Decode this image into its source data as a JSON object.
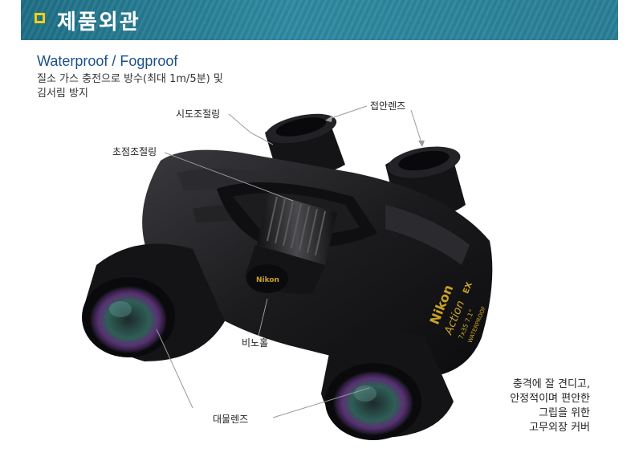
{
  "section": {
    "title": "제품외관"
  },
  "headline": "Waterproof / Fogproof",
  "description": [
    "질소 가스 충전으로 방수(최대 1m/5분) 및",
    "김서림 방지"
  ],
  "labels": {
    "diopter_ring": "시도조절링",
    "eyepiece_lens": "접안렌즈",
    "focus_ring": "초점조절링",
    "tripod_socket": "비노홀",
    "objective_lens": "대물렌즈"
  },
  "armor_note": [
    "충격에 잘 견디고,",
    "안정적이며 편안한",
    "그립을 위한",
    "고무외장 커버"
  ],
  "product": {
    "brand": "Nikon",
    "model": "Action",
    "model_badge": "EX",
    "spec": "7x35 7.1°",
    "waterproof_mark": "WATERPROOF"
  },
  "colors": {
    "banner": "#2a7f97",
    "marker": "#f1cf17",
    "headline": "#1b4f8c",
    "brand_text": "#c9a227"
  }
}
